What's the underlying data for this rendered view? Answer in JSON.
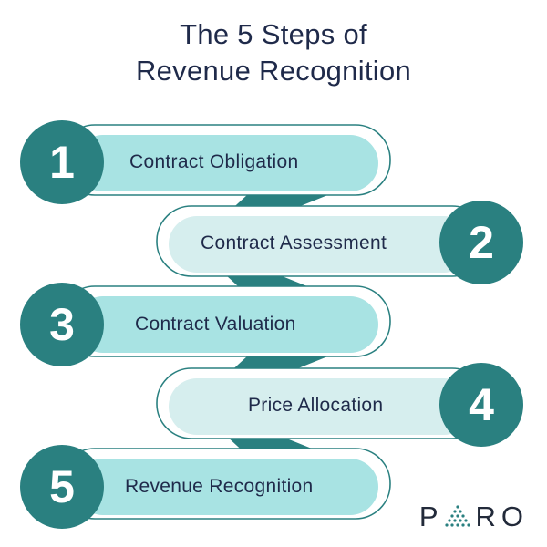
{
  "title": {
    "line1": "The 5 Steps of",
    "line2": "Revenue Recognition"
  },
  "steps": [
    {
      "number": "1",
      "label": "Contract Obligation"
    },
    {
      "number": "2",
      "label": "Contract Assessment"
    },
    {
      "number": "3",
      "label": "Contract Valuation"
    },
    {
      "number": "4",
      "label": "Price Allocation"
    },
    {
      "number": "5",
      "label": "Revenue Recognition"
    }
  ],
  "brand": {
    "left": "P",
    "right": "RO"
  },
  "colors": {
    "circle": "#2a8080",
    "connector": "#2a8080",
    "pill_dark": "#a8e3e3",
    "pill_light": "#d6eeee",
    "outline": "#2a8080",
    "text": "#1f2a4a"
  }
}
